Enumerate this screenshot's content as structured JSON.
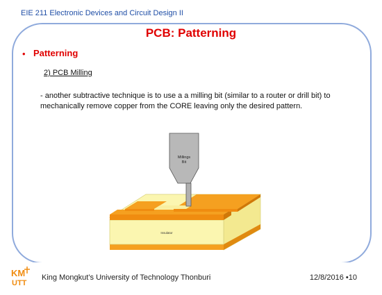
{
  "header": {
    "course": "EIE 211 Electronic Devices and Circuit Design II"
  },
  "slide": {
    "title": "PCB: Patterning",
    "bullet": "•",
    "heading": "Patterning",
    "subheading": "2)  PCB Milling",
    "body": "- another subtractive technique is to use a a milling bit (similar to a router or drill bit) to mechanically remove copper from the CORE leaving only the desired pattern."
  },
  "diagram": {
    "bit_label_1": "Millings",
    "bit_label_2": "Bit",
    "insulator_label": "Insulator",
    "colors": {
      "copper": "#f5a020",
      "insulator": "#fbf6b0",
      "bit": "#b8b8b8"
    }
  },
  "footer": {
    "logo_top": "KM",
    "logo_bottom": "UTT",
    "university": "King Mongkut’s University of Technology Thonburi",
    "date": "12/8/2016",
    "separator": "•",
    "page": "10"
  }
}
